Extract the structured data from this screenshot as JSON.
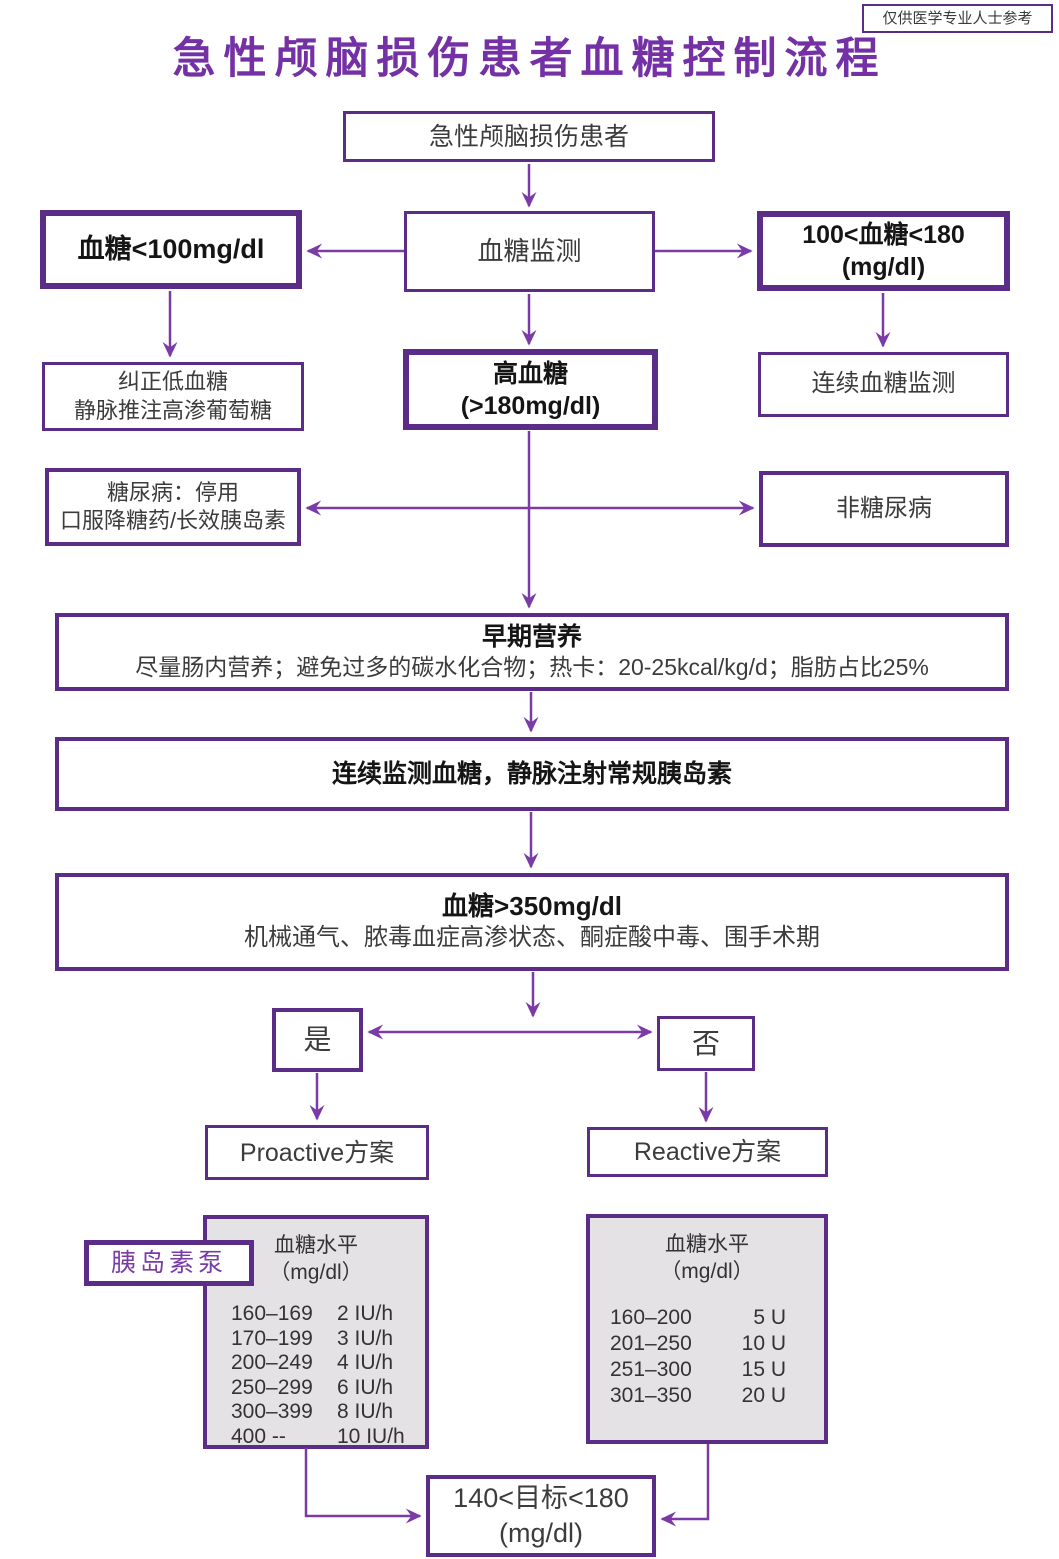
{
  "header": {
    "title": "急性颅脑损伤患者血糖控制流程",
    "disclaimer": "仅供医学专业人士参考"
  },
  "nodes": {
    "patient": "急性颅脑损伤患者",
    "monitoring": "血糖监测",
    "hypoglycemia": "血糖<100mg/dl",
    "normal_range": {
      "line1": "100<血糖<180",
      "line2": "(mg/dl)"
    },
    "correct_hypo": {
      "line1": "纠正低血糖",
      "line2": "静脉推注高渗葡萄糖"
    },
    "hyperglycemia": {
      "line1": "高血糖",
      "line2": "(>180mg/dl)"
    },
    "continuous_monitoring": "连续血糖监测",
    "diabetes": {
      "line1": "糖尿病：停用",
      "line2": "口服降糖药/长效胰岛素"
    },
    "non_diabetes": "非糖尿病",
    "nutrition": {
      "title": "早期营养",
      "detail": "尽量肠内营养；避免过多的碳水化合物；热卡：20-25kcal/kg/d；脂肪占比25%"
    },
    "iv_insulin": "连续监测血糖，静脉注射常规胰岛素",
    "over350": {
      "title": "血糖>350mg/dl",
      "detail": "机械通气、脓毒血症高渗状态、酮症酸中毒、围手术期"
    },
    "yes": "是",
    "no": "否",
    "proactive": "Proactive方案",
    "reactive": "Reactive方案",
    "insulin_pump": "胰岛素泵",
    "target": {
      "line1": "140<目标<180",
      "line2": "(mg/dl)"
    }
  },
  "proactive_table": {
    "header": {
      "line1": "血糖水平",
      "line2": "（mg/dl）"
    },
    "rows": [
      {
        "range": "160–169",
        "dose": "2 IU/h"
      },
      {
        "range": "170–199",
        "dose": "3 IU/h"
      },
      {
        "range": "200–249",
        "dose": "4 IU/h"
      },
      {
        "range": "250–299",
        "dose": "6 IU/h"
      },
      {
        "range": "300–399",
        "dose": "8 IU/h"
      },
      {
        "range": "400 --",
        "dose": "10 IU/h"
      }
    ]
  },
  "reactive_table": {
    "header": {
      "line1": "血糖水平",
      "line2": "（mg/dl）"
    },
    "rows": [
      {
        "range": "160–200",
        "dose": "5 U"
      },
      {
        "range": "201–250",
        "dose": "10 U"
      },
      {
        "range": "251–300",
        "dose": "15 U"
      },
      {
        "range": "301–350",
        "dose": "20 U"
      }
    ]
  },
  "colors": {
    "border_purple": "#5b2d87",
    "arrow_purple": "#7a3ba6",
    "title_purple": "#7431a5",
    "table_gray": "#e5e2e5"
  }
}
